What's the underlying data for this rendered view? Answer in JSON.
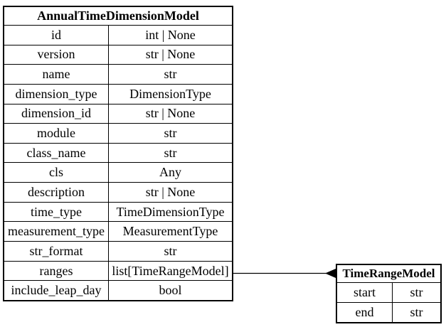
{
  "diagram": {
    "background_color": "#ffffff",
    "line_color": "#000000",
    "text_color": "#000000"
  },
  "models": {
    "annual_time_dimension_model": {
      "title": "AnnualTimeDimensionModel",
      "fields": [
        {
          "name": "id",
          "type": "int | None"
        },
        {
          "name": "version",
          "type": "str | None"
        },
        {
          "name": "name",
          "type": "str"
        },
        {
          "name": "dimension_type",
          "type": "DimensionType"
        },
        {
          "name": "dimension_id",
          "type": "str | None"
        },
        {
          "name": "module",
          "type": "str"
        },
        {
          "name": "class_name",
          "type": "str"
        },
        {
          "name": "cls",
          "type": "Any"
        },
        {
          "name": "description",
          "type": "str | None"
        },
        {
          "name": "time_type",
          "type": "TimeDimensionType"
        },
        {
          "name": "measurement_type",
          "type": "MeasurementType"
        },
        {
          "name": "str_format",
          "type": "str"
        },
        {
          "name": "ranges",
          "type": "list[TimeRangeModel]"
        },
        {
          "name": "include_leap_day",
          "type": "bool"
        }
      ]
    },
    "time_range_model": {
      "title": "TimeRangeModel",
      "fields": [
        {
          "name": "start",
          "type": "str"
        },
        {
          "name": "end",
          "type": "str"
        }
      ]
    }
  },
  "edge": {
    "from": "AnnualTimeDimensionModel.ranges",
    "to": "TimeRangeModel",
    "arrowhead": "crow"
  }
}
